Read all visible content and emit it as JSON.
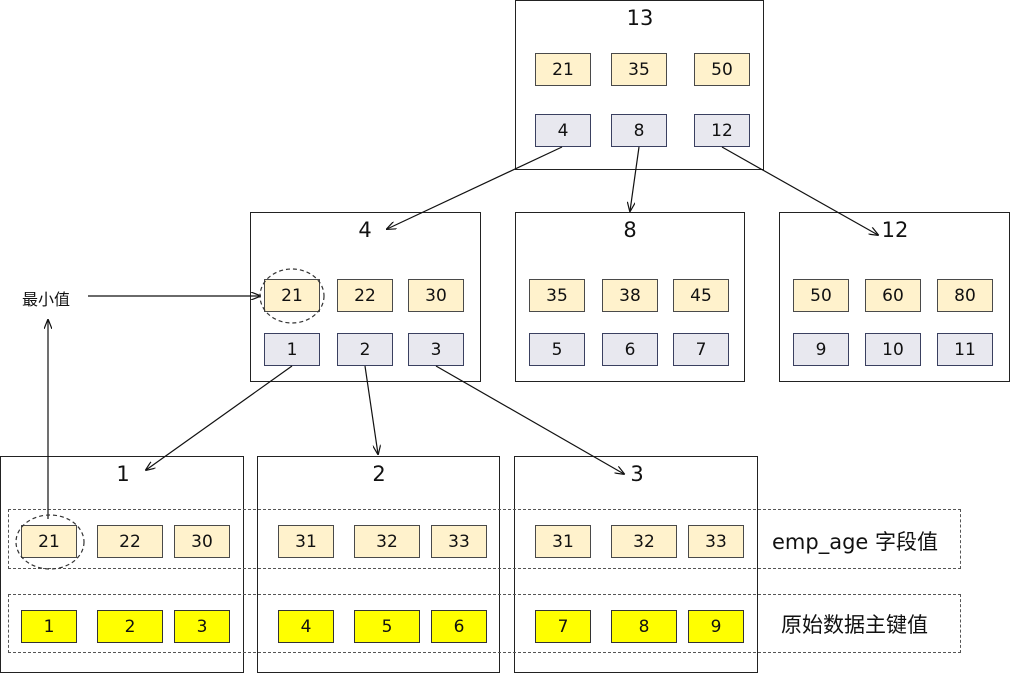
{
  "root": {
    "title": "13",
    "keys": [
      "21",
      "35",
      "50"
    ],
    "pointers": [
      "4",
      "8",
      "12"
    ]
  },
  "level2": [
    {
      "title": "4",
      "keys": [
        "21",
        "22",
        "30"
      ],
      "pointers": [
        "1",
        "2",
        "3"
      ]
    },
    {
      "title": "8",
      "keys": [
        "35",
        "38",
        "45"
      ],
      "pointers": [
        "5",
        "6",
        "7"
      ]
    },
    {
      "title": "12",
      "keys": [
        "50",
        "60",
        "80"
      ],
      "pointers": [
        "9",
        "10",
        "11"
      ]
    }
  ],
  "leaves": [
    {
      "title": "1",
      "age": [
        "21",
        "22",
        "30"
      ],
      "pk": [
        "1",
        "2",
        "3"
      ]
    },
    {
      "title": "2",
      "age": [
        "31",
        "32",
        "33"
      ],
      "pk": [
        "4",
        "5",
        "6"
      ]
    },
    {
      "title": "3",
      "age": [
        "31",
        "32",
        "33"
      ],
      "pk": [
        "7",
        "8",
        "9"
      ]
    }
  ],
  "labels": {
    "min_value": "最小值",
    "age_row": "emp_age 字段值",
    "pk_row": "原始数据主键值"
  },
  "colors": {
    "key_fill": "#fff2cc",
    "pointer_fill": "#e8e8ef",
    "primary_key_fill": "#ffff00"
  }
}
